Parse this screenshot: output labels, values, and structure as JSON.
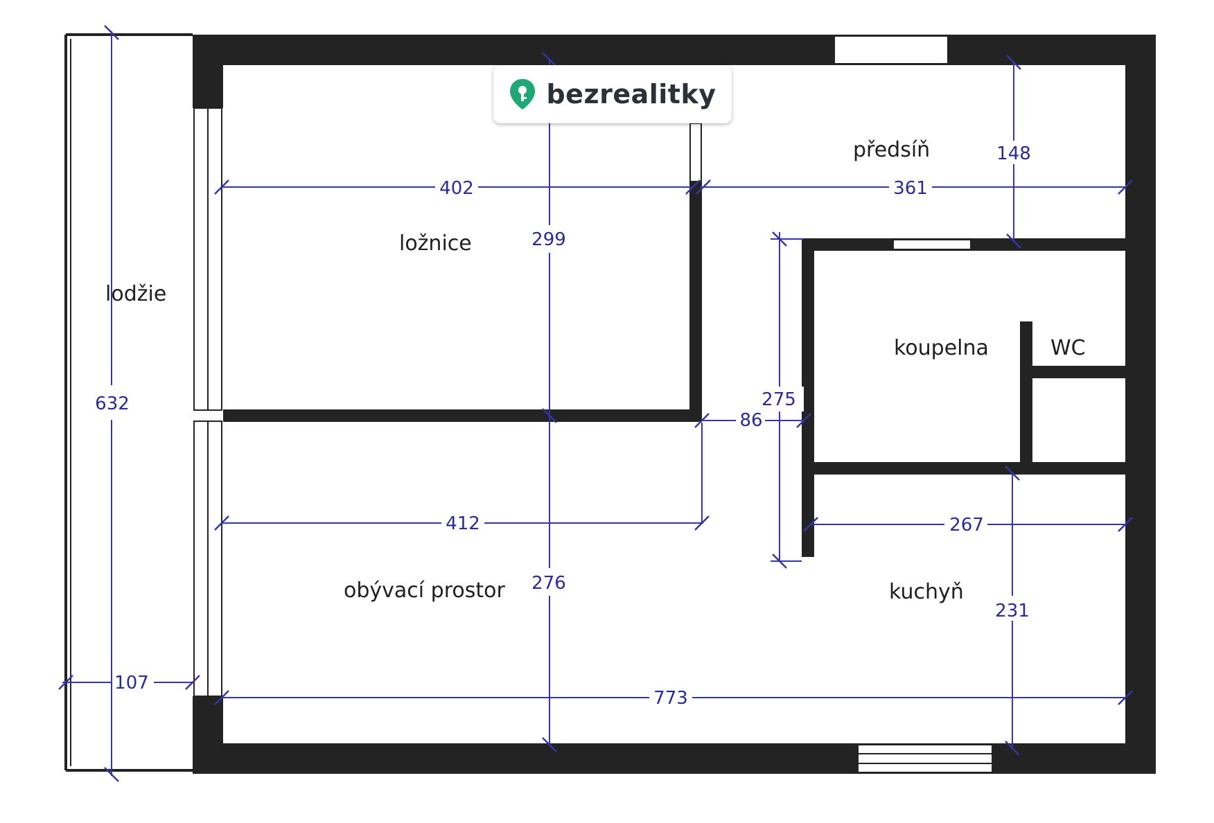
{
  "logo": {
    "text": "bezrealitky",
    "icon": "map-pin-key-icon",
    "accent": "#1fa874"
  },
  "rooms": {
    "lodzie": "lodžie",
    "loznice": "ložnice",
    "predsin": "předsíň",
    "koupelna": "koupelna",
    "wc": "WC",
    "obyvaci": "obývací prostor",
    "kuchyn": "kuchyň"
  },
  "dimensions": {
    "d632": "632",
    "d402": "402",
    "d299": "299",
    "d361": "361",
    "d148": "148",
    "d275": "275",
    "d86": "86",
    "d412": "412",
    "d267": "267",
    "d276": "276",
    "d231": "231",
    "d107": "107",
    "d773": "773"
  },
  "colors": {
    "wall": "#232323",
    "dimension": "#3535a8"
  }
}
